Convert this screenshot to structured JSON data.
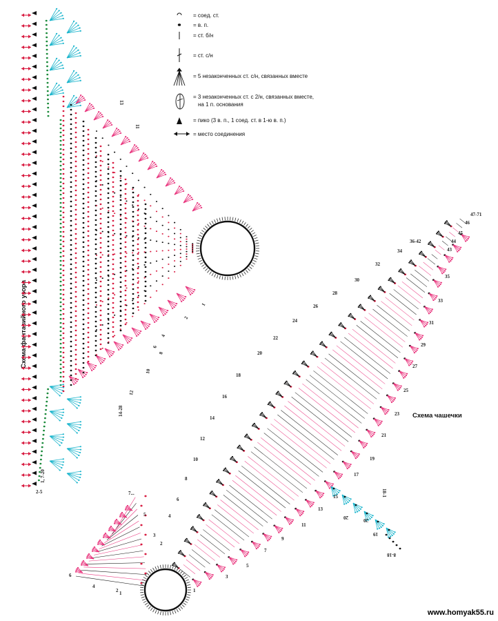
{
  "legend": {
    "items": [
      {
        "symbol": "slip-stitch-icon",
        "text": "= соед. ст."
      },
      {
        "symbol": "chain-icon",
        "text": "= в. п."
      },
      {
        "symbol": "sc-icon",
        "text": "= ст. б/н"
      },
      {
        "symbol": "dc-icon",
        "text": "= ст. с/н"
      },
      {
        "symbol": "cluster5-icon",
        "text": "= 5 незаконченных ст. с/н, связанных вместе"
      },
      {
        "symbol": "cluster3-icon",
        "text": "= 3 незаконченных ст. с 2/н, связанных вместе,"
      },
      {
        "symbol": "none",
        "text": "на 1 п. основания"
      },
      {
        "symbol": "picot-icon",
        "text": "= пико (3 в. п., 1 соед. ст. в 1-ю в. п.)"
      },
      {
        "symbol": "join-icon",
        "text": "= место соединения"
      }
    ]
  },
  "fancy_pattern": {
    "title": "Схема фантазийного узора",
    "row_labels": [
      "1",
      "2",
      "4",
      "6",
      "8",
      "10",
      "12",
      "14-28",
      "11",
      "13",
      "2-5",
      "1, 7-20"
    ]
  },
  "cup": {
    "title": "Схема чашечки",
    "row_labels_right": [
      "1",
      "3",
      "5",
      "7",
      "9",
      "11",
      "13",
      "15",
      "17",
      "19",
      "21",
      "23",
      "25",
      "27",
      "29",
      "31",
      "33",
      "35",
      "43",
      "44",
      "45",
      "46",
      "47-71"
    ],
    "row_labels_left": [
      "2",
      "4",
      "6",
      "8",
      "10",
      "12",
      "14",
      "16",
      "18",
      "20",
      "22",
      "24",
      "26",
      "28",
      "30",
      "32",
      "34",
      "36-42"
    ],
    "stem_labels": [
      "8-18",
      "19",
      "20",
      "20",
      "18-1"
    ]
  },
  "petal": {
    "row_labels": [
      "1",
      "2",
      "3",
      "4",
      "5",
      "6",
      "7..."
    ]
  },
  "colors": {
    "black": "#111111",
    "pink": "#e8307a",
    "red": "#d81b40",
    "cyan": "#18b4cc",
    "green": "#1a8a3a"
  },
  "watermark": "www.homyak55.ru"
}
